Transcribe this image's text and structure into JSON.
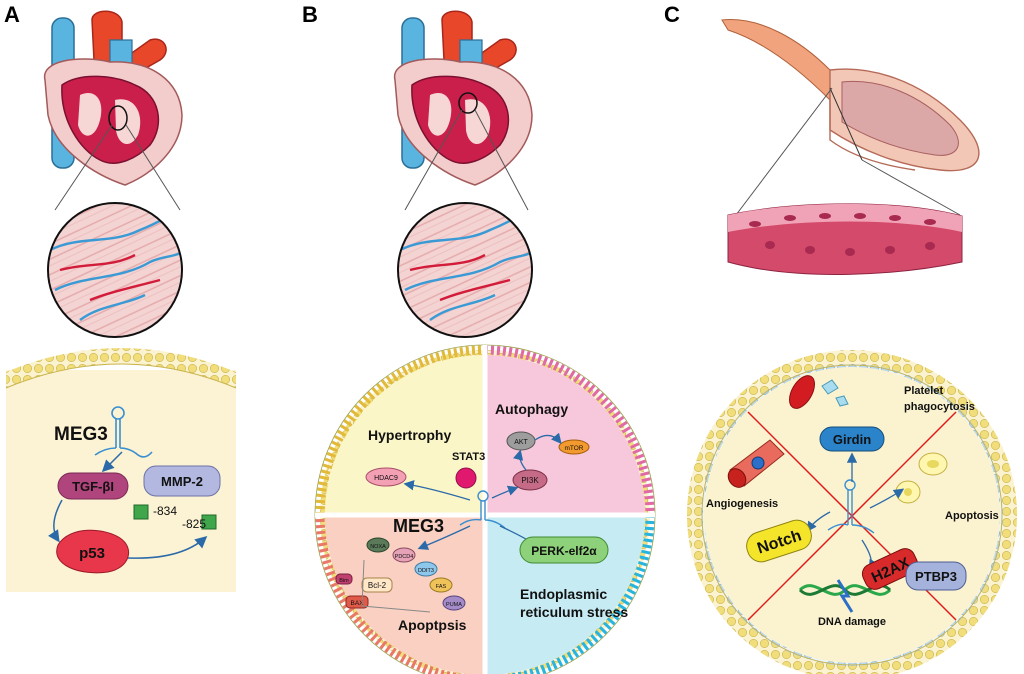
{
  "panels": {
    "A": {
      "letter": "A",
      "meg3": "MEG3",
      "tgf": "TGF-βI",
      "mmp2": "MMP-2",
      "p53": "p53",
      "site1": "-834",
      "site2": "-825"
    },
    "B": {
      "letter": "B",
      "meg3": "MEG3",
      "hypertrophy": "Hypertrophy",
      "stat3": "STAT3",
      "hdac9": "HDAC9",
      "autophagy": "Autophagy",
      "akt": "AKT",
      "mtor": "mTOR",
      "pi3k": "PI3K",
      "perk": "PERK-elf2α",
      "er_stress_1": "Endoplasmic",
      "er_stress_2": "reticulum stress",
      "apoptosis": "Apoptpsis",
      "bcl2": "Bcl-2",
      "bax": "BAX",
      "bim": "Bim",
      "noxa": "NOXA",
      "pdcd4": "PDCD4",
      "ddit3": "DDIT3",
      "fas": "FAS",
      "puma": "PUMA"
    },
    "C": {
      "letter": "C",
      "platelet_1": "Platelet",
      "platelet_2": "phagocytosis",
      "girdin": "Girdin",
      "angiogenesis": "Angiogenesis",
      "apoptosis": "Apoptosis",
      "notch": "Notch",
      "h2ax": "H2AX",
      "ptbp3": "PTBP3",
      "dna_damage": "DNA damage"
    }
  },
  "colors": {
    "aorta": "#e8472a",
    "vena": "#5ab4e0",
    "muscle": "#c91f4a",
    "membrane_yellow": "#f3e07a",
    "membrane_blue": "#bcd9ee",
    "hypertrophy_bg": "#fbf6c8",
    "autophagy_bg": "#f7c8dc",
    "apoptosis_bg": "#f9d0c2",
    "er_bg": "#c7ebf3",
    "arrow": "#2b6aa8",
    "red_line": "#e01b1b"
  }
}
